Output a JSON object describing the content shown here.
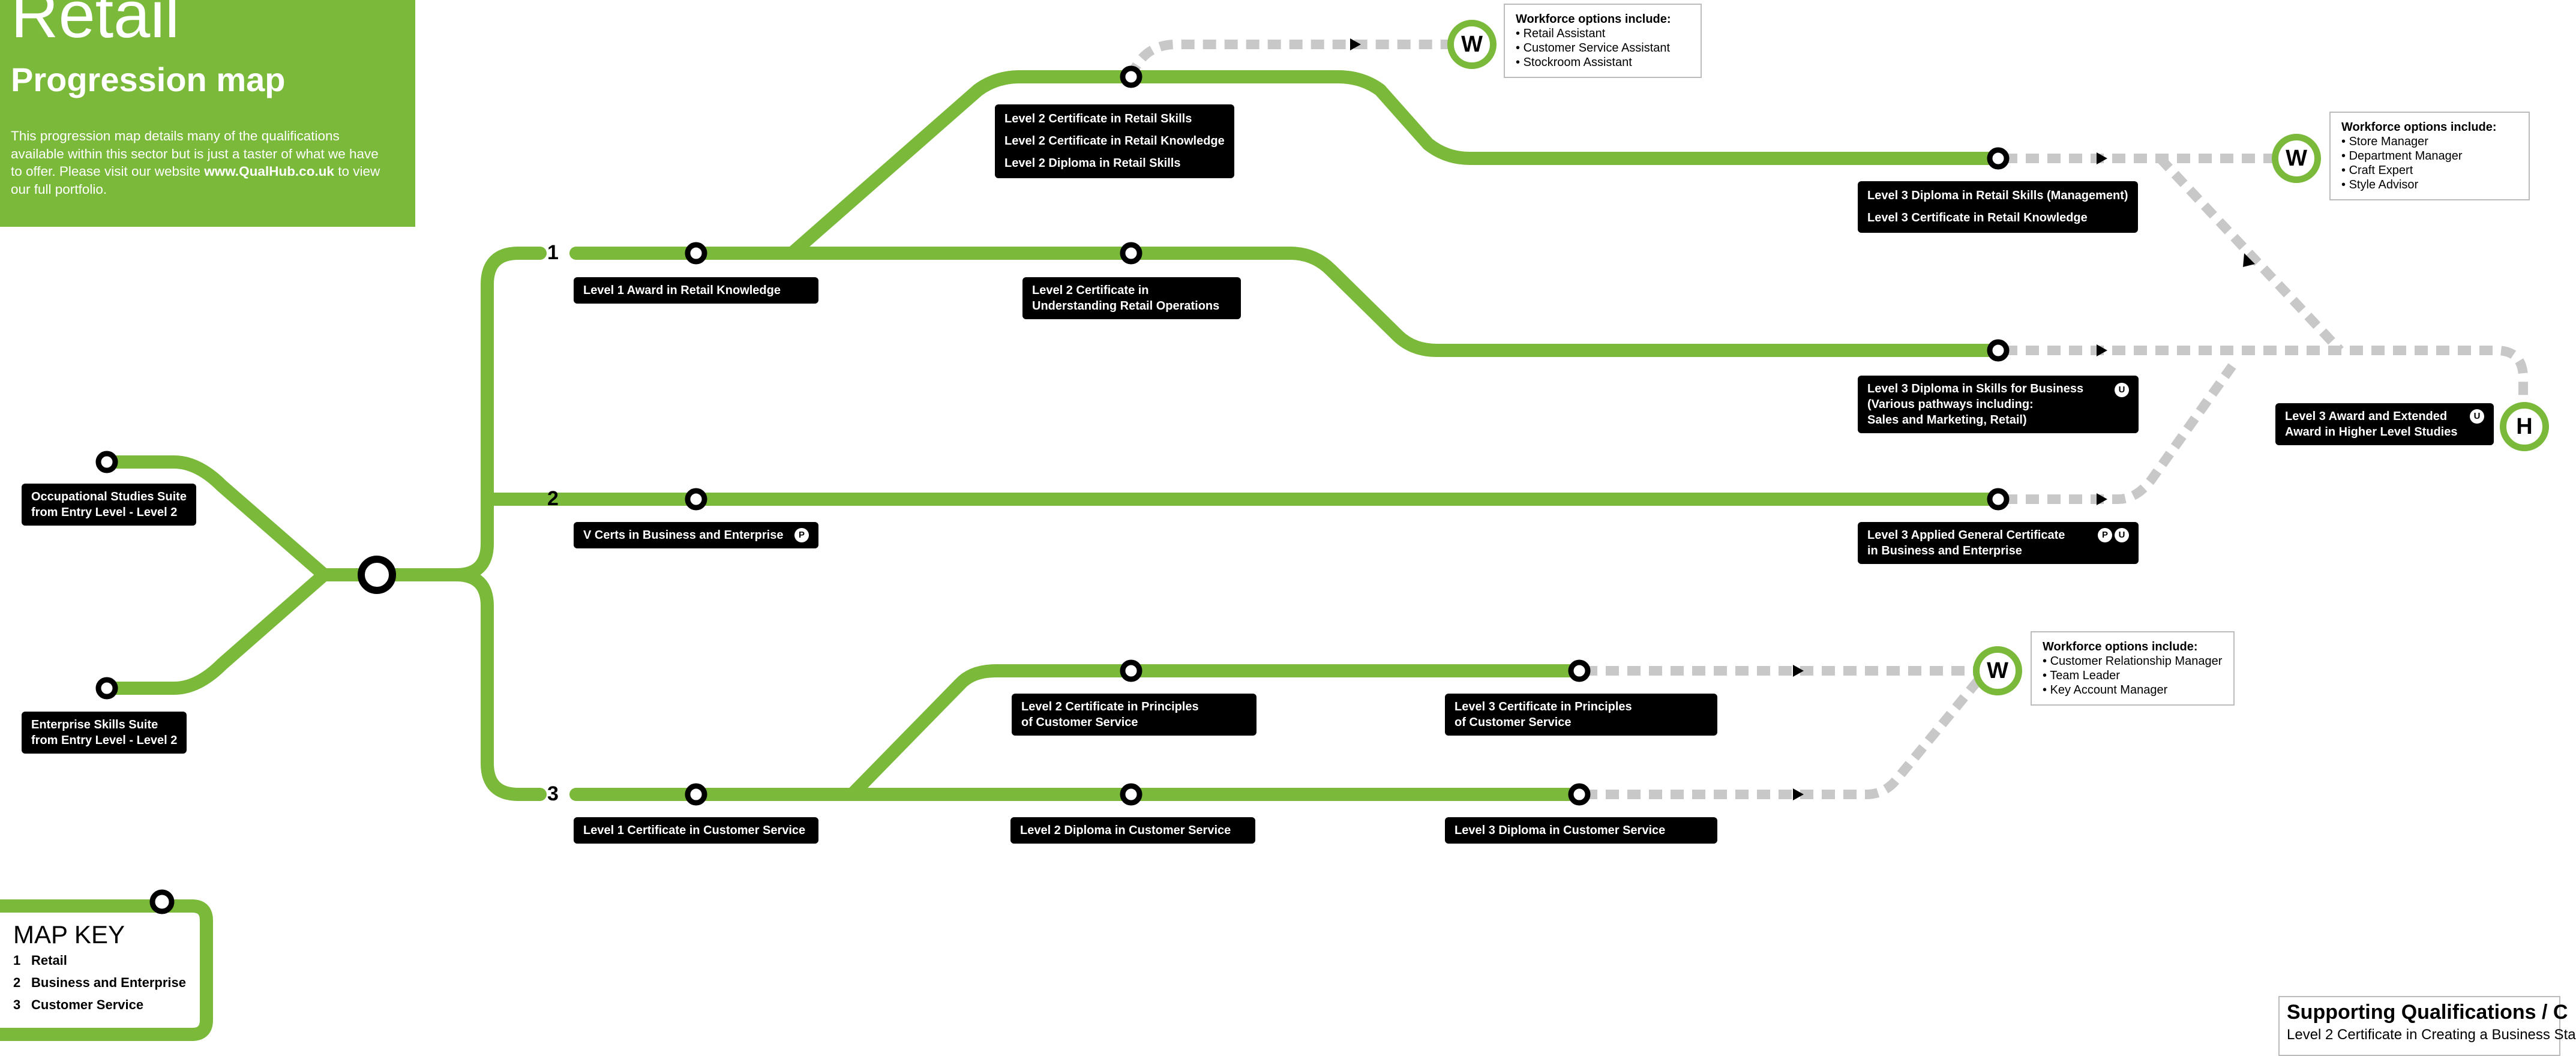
{
  "header": {
    "sector": "Retail",
    "subtitle": "Progression map",
    "intro_text": "This progression map details many of the qualifications available within this sector but is just a taster of what we have to offer. Please visit our website ",
    "website": "www.QualHub.co.uk",
    "intro_tail": " to view our full portfolio."
  },
  "colors": {
    "line": "#7ab93a",
    "dotted": "#c8c8c8",
    "label_bg": "#000000",
    "header_bg": "#7ab93a"
  },
  "routes": {
    "r1": "1",
    "r2": "2",
    "r3": "3"
  },
  "entry": {
    "occupational": [
      "Occupational Studies Suite",
      "from Entry Level - Level 2"
    ],
    "enterprise": [
      "Enterprise Skills Suite",
      "from Entry Level - Level 2"
    ]
  },
  "quals": {
    "l2_retail": [
      "Level 2 Certificate in Retail Skills",
      "Level 2 Certificate in Retail Knowledge",
      "Level 2 Diploma in Retail Skills"
    ],
    "l1_retail_knowledge": "Level 1 Award in Retail Knowledge",
    "l2_understanding": [
      "Level 2 Certificate in",
      "Understanding Retail Operations"
    ],
    "l3_retail_skills": [
      "Level 3 Diploma in Retail Skills (Management)",
      "Level 3 Certificate in Retail Knowledge"
    ],
    "l3_skills_business": [
      "Level 3 Diploma in Skills for Business",
      "(Various pathways including:",
      "Sales and Marketing, Retail)"
    ],
    "vcerts": "V Certs in Business and Enterprise",
    "l3_applied": [
      "Level 3 Applied General Certificate",
      "in Business and Enterprise"
    ],
    "l3_award_extended": [
      "Level 3 Award and Extended",
      "Award in Higher Level Studies"
    ],
    "l2_principles": [
      "Level 2 Certificate in Principles",
      "of Customer Service"
    ],
    "l3_principles": [
      "Level 3 Certificate in Principles",
      "of Customer Service"
    ],
    "l1_customer": "Level 1 Certificate in Customer Service",
    "l2_customer": "Level 2 Diploma in Customer Service",
    "l3_customer": "Level 3 Diploma in Customer Service"
  },
  "badges": {
    "ucas": "U",
    "performance": "P"
  },
  "endpoints": {
    "workforce": "W",
    "higher": "H"
  },
  "workforce": {
    "box1": {
      "title": "Workforce options include:",
      "items": [
        "Retail Assistant",
        "Customer Service Assistant",
        "Stockroom Assistant"
      ]
    },
    "box2": {
      "title": "Workforce options include:",
      "items": [
        "Store Manager",
        "Department Manager",
        "Craft Expert",
        "Style Advisor"
      ]
    },
    "box3": {
      "title": "Workforce options include:",
      "items": [
        "Customer Relationship Manager",
        "Team Leader",
        "Key Account Manager"
      ]
    }
  },
  "map_key": {
    "title": "MAP KEY",
    "items": [
      {
        "num": "1",
        "label": "Retail"
      },
      {
        "num": "2",
        "label": "Business and Enterprise"
      },
      {
        "num": "3",
        "label": "Customer Service"
      }
    ]
  },
  "supporting": {
    "title": "Supporting Qualifications / C",
    "item": "Level 2 Certificate in Creating a Business Sta"
  }
}
